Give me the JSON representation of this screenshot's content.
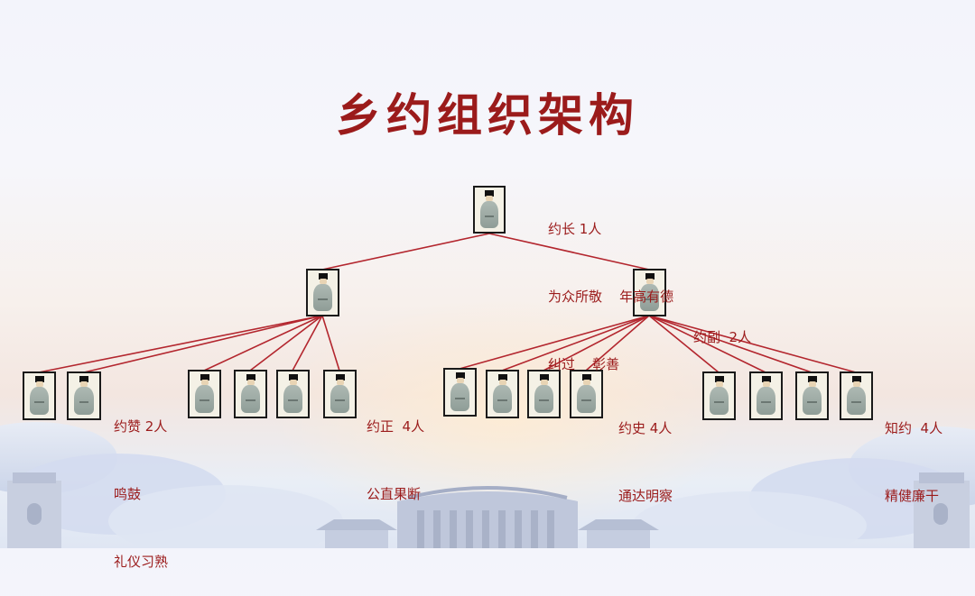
{
  "title": "乡约组织架构",
  "org": {
    "head": {
      "lines": [
        "约长 1人",
        "为众所敬    年高有德",
        "纠过    彰善"
      ]
    },
    "deputy": {
      "lines": [
        "约副  2人"
      ]
    },
    "groups": [
      {
        "lines": [
          "约赞 2人",
          "鸣鼓",
          "礼仪习熟"
        ]
      },
      {
        "lines": [
          "约正  4人",
          "公直果断"
        ]
      },
      {
        "lines": [
          "约史 4人",
          "通达明察"
        ]
      },
      {
        "lines": [
          "知约  4人",
          "精健廉干"
        ]
      }
    ]
  },
  "colors": {
    "title": "#9b1b1b",
    "text": "#9b1b1b",
    "line": "#b3262e",
    "frame": "#1a1a1a"
  }
}
